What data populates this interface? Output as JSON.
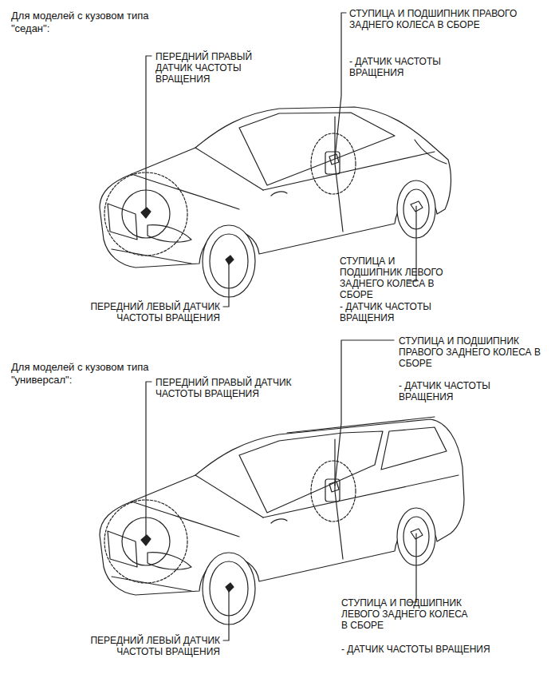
{
  "diagram": {
    "labels": [
      "Для моделей с кузовом типа \"седан\":",
      "ПЕРЕДНИЙ ПРАВЫЙ ДАТЧИК ЧАСТОТЫ ВРАЩЕНИЯ",
      "СТУПИЦА И ПОДШИПНИК ПРАВОГО ЗАДНЕГО КОЛЕСА В СБОРЕ",
      "- ДАТЧИК ЧАСТОТЫ ВРАЩЕНИЯ",
      "СТУПИЦА И ПОДШИПНИК ЛЕВОГО ЗАДНЕГО КОЛЕСА В СБОРЕ",
      "- ДАТЧИК ЧАСТОТЫ ВРАЩЕНИЯ",
      "ПЕРЕДНИЙ ЛЕВЫЙ ДАТЧИК ЧАСТОТЫ ВРАЩЕНИЯ",
      "Для моделей с кузовом типа \"универсал\":",
      "ПЕРЕДНИЙ ПРАВЫЙ ДАТЧИК ЧАСТОТЫ ВРАЩЕНИЯ",
      "СТУПИЦА И ПОДШИПНИК ПРАВОГО ЗАДНЕГО КОЛЕСА В СБОРЕ",
      "- ДАТЧИК ЧАСТОТЫ ВРАЩЕНИЯ",
      "СТУПИЦА И ПОДШИПНИК ЛЕВОГО ЗАДНЕГО КОЛЕСА В СБОРЕ",
      "- ДАТЧИК ЧАСТОТЫ ВРАЩЕНИЯ",
      "ПЕРЕДНИЙ ЛЕВЫЙ ДАТЧИК ЧАСТОТЫ ВРАЩЕНИЯ"
    ]
  }
}
